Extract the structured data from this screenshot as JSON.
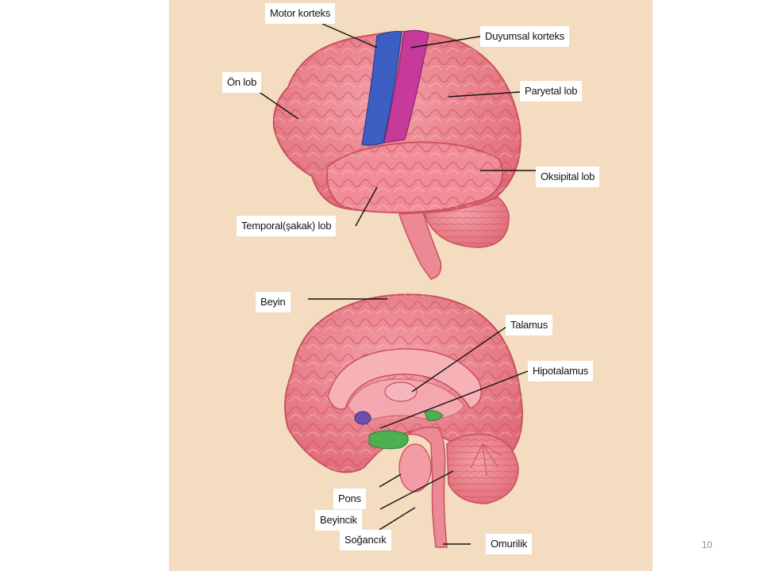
{
  "labels": {
    "motor_korteks": "Motor korteks",
    "duyumsal_korteks": "Duyumsal korteks",
    "on_lob": "Ön lob",
    "paryetal_lob": "Paryetal lob",
    "oksipital_lob": "Oksipital lob",
    "temporal_lob": "Temporal(şakak) lob",
    "beyin": "Beyin",
    "talamus": "Talamus",
    "hipotalamus": "Hipotalamus",
    "pons": "Pons",
    "beyincik": "Beyincik",
    "sogancik": "Soğancık",
    "omurilik": "Omurilik"
  },
  "page_number": "10",
  "colors": {
    "background_panel": "#f3dcc0",
    "brain": "#ee8590",
    "brain_dark": "#c9505e",
    "brain_light": "#f6a9b0",
    "motor_cortex": "#3d5fc4",
    "sensory_cortex": "#c63a9a",
    "hypothalamus_region": "#4caf50",
    "amygdala_region": "#6a4fb0"
  }
}
